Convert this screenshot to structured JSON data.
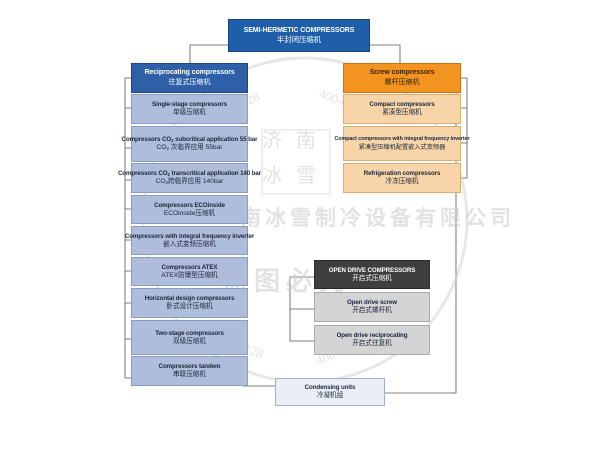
{
  "root": {
    "en": "SEMI-HERMETIC COMPRESSORS",
    "zh": "半封闭压缩机"
  },
  "reciprocating": {
    "head": {
      "en": "Reciprocating compressors",
      "zh": "往复式压缩机"
    },
    "items": [
      {
        "en": "Single-stage compressors",
        "zh": "单级压缩机"
      },
      {
        "en": "Compressors CO2 subcritical application 55 bar",
        "zh": "CO2 次临界应用 55bar"
      },
      {
        "en": "Compressors CO2 transcritical application 140 bar",
        "zh": "CO2跨临界应用 140bar"
      },
      {
        "en": "Compressors ECOinside",
        "zh": "ECOinside压缩机"
      },
      {
        "en": "Compressors with integral frequency inverter",
        "zh": "嵌入式变频压缩机"
      },
      {
        "en": "Compressors ATEX",
        "zh": "ATEX防爆型压缩机"
      },
      {
        "en": "Horizontal design compressors",
        "zh": "卧式设计压缩机"
      },
      {
        "en": "Two-stage compressors",
        "zh": "双级压缩机"
      },
      {
        "en": "Compressors tandem",
        "zh": "串联压缩机"
      }
    ]
  },
  "screw": {
    "head": {
      "en": "Screw compressors",
      "zh": "螺杆压缩机"
    },
    "items": [
      {
        "en": "Compact compressors",
        "zh": "紧凑型压缩机"
      },
      {
        "en": "Compact compressors with integral frequency inverter",
        "zh": "紧凑型压缩机配置嵌入式变频器"
      },
      {
        "en": "Refrigeration compressors",
        "zh": "冷冻压缩机"
      }
    ]
  },
  "open_drive": {
    "head": {
      "en": "OPEN DRIVE COMPRESSORS",
      "zh": "开启式压缩机"
    },
    "items": [
      {
        "en": "Open drive screw",
        "zh": "开启式螺杆机"
      },
      {
        "en": "Open drive reciprocating",
        "zh": "开启式往复机"
      }
    ]
  },
  "condensing": {
    "en": "Condensing units",
    "zh": "冷凝机组"
  },
  "watermark": {
    "seal_chars": [
      "济",
      "南",
      "冰",
      "雪"
    ],
    "arc_left": "128",
    "arc_right": "400-05",
    "center_text": "南冰雪制冷设备有限公司",
    "lower_text": "盗图必究",
    "bottom_left": "128",
    "bottom_right": "400-",
    "colors": {
      "seal": "#c9c9c9"
    }
  }
}
